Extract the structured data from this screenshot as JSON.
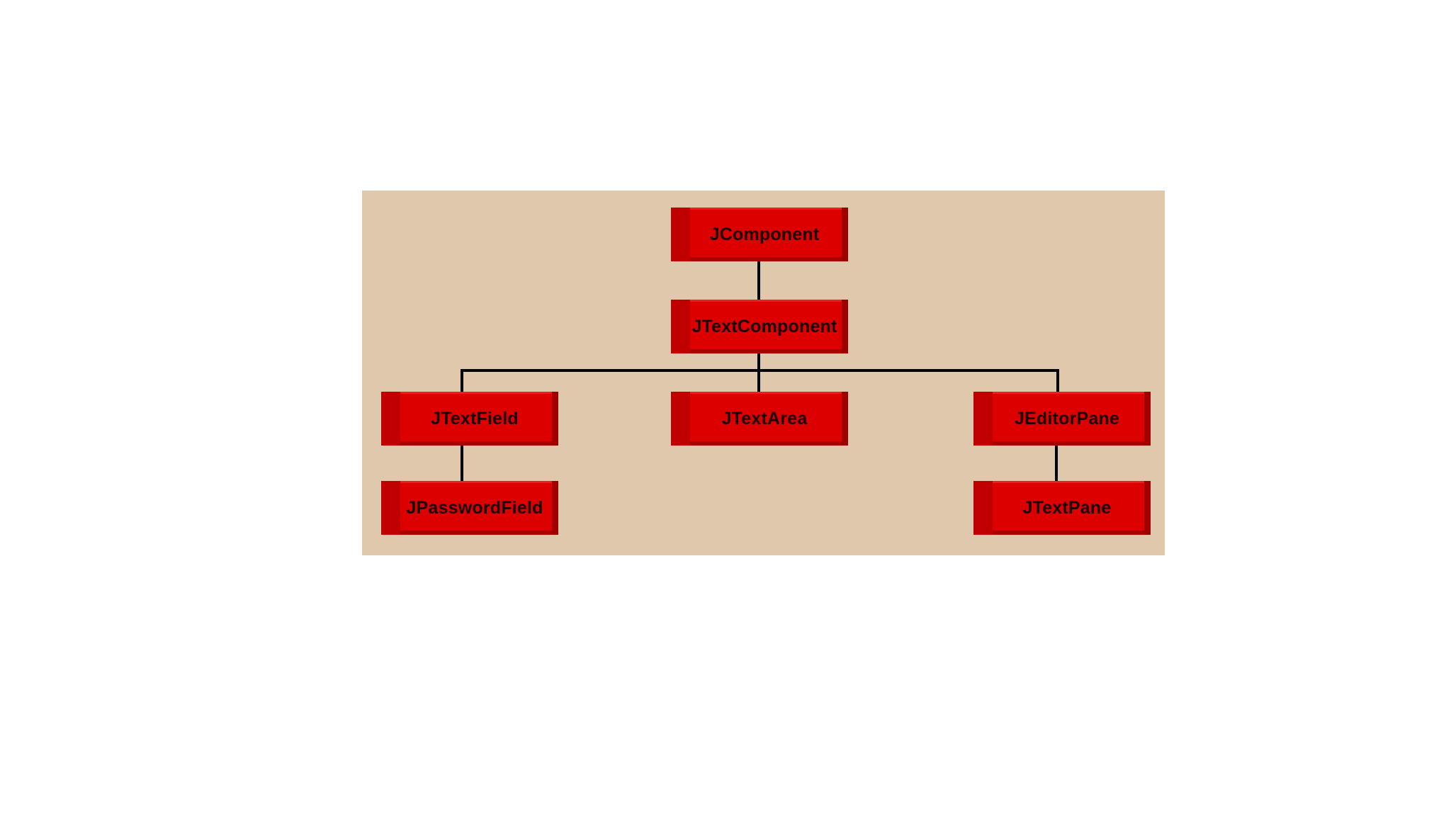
{
  "diagram": {
    "nodes": [
      {
        "id": "jcomponent",
        "label": "JComponent"
      },
      {
        "id": "jtextcomponent",
        "label": "JTextComponent"
      },
      {
        "id": "jtextfield",
        "label": "JTextField"
      },
      {
        "id": "jtextarea",
        "label": "JTextArea"
      },
      {
        "id": "jeditorpane",
        "label": "JEditorPane"
      },
      {
        "id": "jpasswordfield",
        "label": "JPasswordField"
      },
      {
        "id": "jtextpane",
        "label": "JTextPane"
      }
    ],
    "edges": [
      {
        "from": "jcomponent",
        "to": "jtextcomponent"
      },
      {
        "from": "jtextcomponent",
        "to": "jtextfield"
      },
      {
        "from": "jtextcomponent",
        "to": "jtextarea"
      },
      {
        "from": "jtextcomponent",
        "to": "jeditorpane"
      },
      {
        "from": "jtextfield",
        "to": "jpasswordfield"
      },
      {
        "from": "jeditorpane",
        "to": "jtextpane"
      }
    ],
    "colors": {
      "panel_background": "#dfc8ab",
      "node_fill": "#dc0000",
      "node_text": "#1a0000",
      "connector": "#000000"
    }
  }
}
